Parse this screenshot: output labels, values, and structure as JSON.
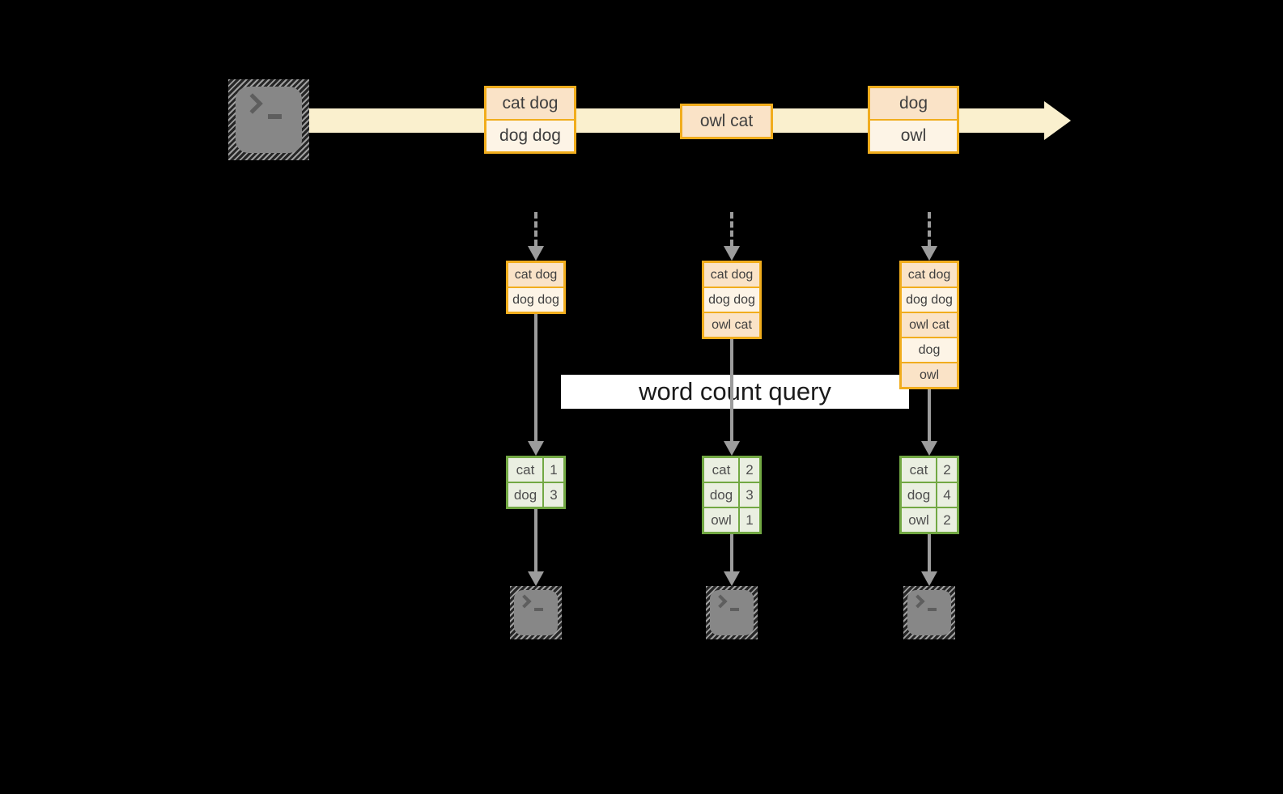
{
  "colors": {
    "accent_gold": "#F1AD1D",
    "fill_peach": "#FAE3C7",
    "fill_cream": "#FDF4E6",
    "stream_yellow": "#FAF0CE",
    "accent_green": "#72A843",
    "fill_green": "#EAEFE1",
    "arrow_gray": "#9C9C9C",
    "band_white": "#FFFFFF",
    "background": "#000000"
  },
  "icons": {
    "source": "terminal-icon",
    "sinks": [
      "terminal-icon",
      "terminal-icon",
      "terminal-icon"
    ]
  },
  "stream": {
    "batches": [
      [
        "cat dog",
        "dog dog"
      ],
      [
        "owl cat"
      ],
      [
        "dog",
        "owl"
      ]
    ]
  },
  "query_band": {
    "label": "word count query"
  },
  "columns": [
    {
      "stack": [
        "cat dog",
        "dog dog"
      ],
      "counts": [
        [
          "cat",
          "1"
        ],
        [
          "dog",
          "3"
        ]
      ]
    },
    {
      "stack": [
        "cat dog",
        "dog dog",
        "owl cat"
      ],
      "counts": [
        [
          "cat",
          "2"
        ],
        [
          "dog",
          "3"
        ],
        [
          "owl",
          "1"
        ]
      ]
    },
    {
      "stack": [
        "cat dog",
        "dog dog",
        "owl cat",
        "dog",
        "owl"
      ],
      "counts": [
        [
          "cat",
          "2"
        ],
        [
          "dog",
          "4"
        ],
        [
          "owl",
          "2"
        ]
      ]
    }
  ]
}
